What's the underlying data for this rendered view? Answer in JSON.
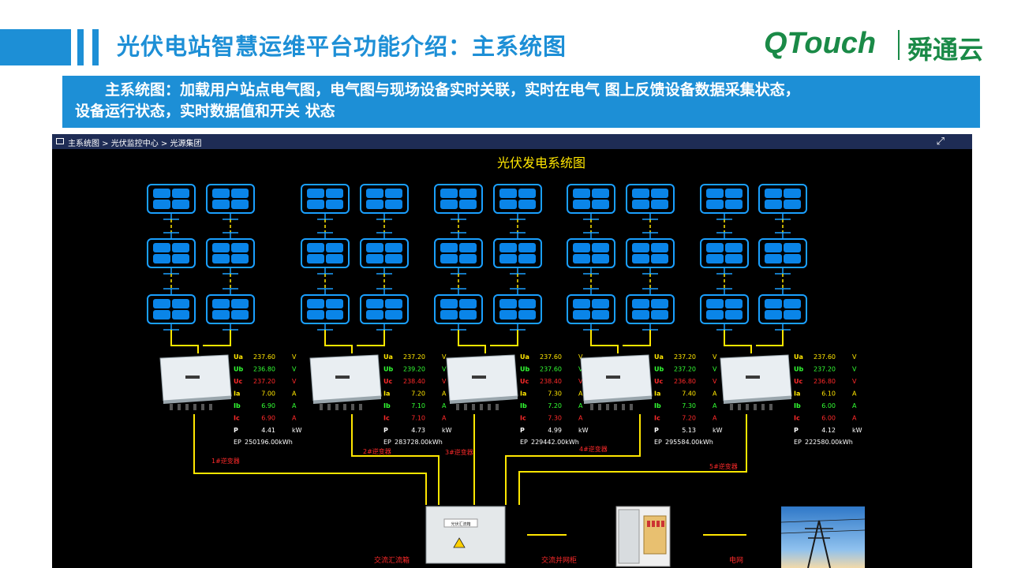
{
  "header": {
    "title": "光伏电站智慧运维平台功能介绍：主系统图",
    "logo_text": "QTouch",
    "logo_cn": "舜通云"
  },
  "description": {
    "line1": "主系统图：加载用户站点电气图，电气图与现场设备实时关联，实时在电气 图上反馈设备数据采集状态，",
    "line2": "设备运行状态，实时数据值和开关 状态"
  },
  "panel": {
    "breadcrumb": "主系统图 > 光伏监控中心 > 光源集团",
    "expand_icon": "fullscreen-icon",
    "diagram_title": "光伏发电系统图"
  },
  "inverters": [
    {
      "label": "1#逆变器",
      "Ua": "237.60",
      "Ub": "236.80",
      "Uc": "237.20",
      "Ia": "7.00",
      "Ib": "6.90",
      "Ic": "6.90",
      "P": "4.41",
      "EP": "250196.00kWh"
    },
    {
      "label": "2#逆变器",
      "Ua": "237.20",
      "Ub": "239.20",
      "Uc": "238.40",
      "Ia": "7.20",
      "Ib": "7.10",
      "Ic": "7.10",
      "P": "4.73",
      "EP": "283728.00kWh"
    },
    {
      "label": "3#逆变器",
      "Ua": "237.60",
      "Ub": "237.60",
      "Uc": "238.40",
      "Ia": "7.30",
      "Ib": "7.20",
      "Ic": "7.30",
      "P": "4.99",
      "EP": "229442.00kWh"
    },
    {
      "label": "4#逆变器",
      "Ua": "237.20",
      "Ub": "237.20",
      "Uc": "236.80",
      "Ia": "7.40",
      "Ib": "7.30",
      "Ic": "7.20",
      "P": "5.13",
      "EP": "295584.00kWh"
    },
    {
      "label": "5#逆变器",
      "Ua": "237.60",
      "Ub": "237.20",
      "Uc": "236.80",
      "Ia": "6.10",
      "Ib": "6.00",
      "Ic": "6.00",
      "P": "4.12",
      "EP": "222580.00kWh"
    }
  ],
  "units": {
    "U": "V",
    "I": "A",
    "P": "kW"
  },
  "labels": {
    "Ua": "Ua",
    "Ub": "Ub",
    "Uc": "Uc",
    "Ia": "Ia",
    "Ib": "Ib",
    "Ic": "Ic",
    "P": "P",
    "EP": "EP"
  },
  "equipment": {
    "combiner_box": "交流汇流箱",
    "combiner_plate": "光伏汇流箱",
    "grid_cabinet": "交流并网柜",
    "grid": "电网"
  },
  "colors": {
    "accent": "#1d8fd6",
    "logo": "#1a8a47",
    "panel_border": "#1aa0ff",
    "panel_fill": "#0a85e8",
    "wire": "#ffe600",
    "voltage_yellow": "#ffe600",
    "voltage_green": "#33ff33",
    "voltage_red": "#ff2a2a",
    "label_red": "#ff2a2a"
  }
}
